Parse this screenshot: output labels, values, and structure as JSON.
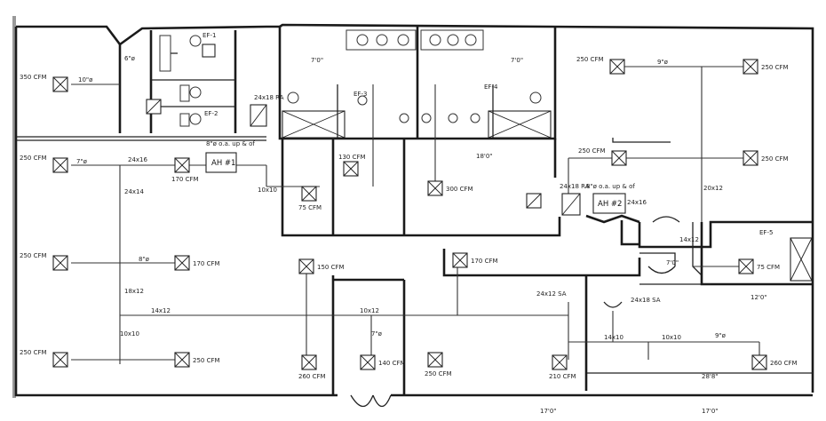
{
  "plan": {
    "ahu_labels": [
      "AH #1",
      "AH #2"
    ],
    "exhaust_fans": [
      "EF-1",
      "EF-2",
      "EF-3",
      "EF-4",
      "EF-5"
    ],
    "dimensions": [
      "7'0\"",
      "7'0\"",
      "7'0\"",
      "18'0\"",
      "12'0\"",
      "28'8\"",
      "17'0\"",
      "17'0\""
    ],
    "diffusers": [
      {
        "label": "350 CFM"
      },
      {
        "label": "250 CFM"
      },
      {
        "label": "250 CFM"
      },
      {
        "label": "170 CFM"
      },
      {
        "label": "250 CFM"
      },
      {
        "label": "170 CFM"
      },
      {
        "label": "75 CFM"
      },
      {
        "label": "130 CFM"
      },
      {
        "label": "300 CFM"
      },
      {
        "label": "250 CFM"
      },
      {
        "label": "250 CFM"
      },
      {
        "label": "250 CFM"
      },
      {
        "label": "250 CFM"
      },
      {
        "label": "150 CFM"
      },
      {
        "label": "170 CFM"
      },
      {
        "label": "260 CFM"
      },
      {
        "label": "140 CFM"
      },
      {
        "label": "250 CFM"
      },
      {
        "label": "210 CFM"
      },
      {
        "label": "250 CFM"
      },
      {
        "label": "260 CFM"
      },
      {
        "label": "75 CFM"
      }
    ],
    "duct_sizes": [
      "24x16",
      "24x14",
      "10x10",
      "18x12",
      "14x12",
      "10x10",
      "14x10",
      "10x10",
      "24x18 RA",
      "24x18 RA",
      "24x16",
      "10x12",
      "20x12",
      "14x12",
      "24x12 SA",
      "24x18 SA"
    ],
    "round_ducts": [
      "10\"ø",
      "7\"ø",
      "6\"ø",
      "9\"ø",
      "8\"ø",
      "7\"ø",
      "9\"ø"
    ],
    "notes": [
      "8\"ø o.a. up & of",
      "8\"ø o.a. up & of"
    ]
  }
}
